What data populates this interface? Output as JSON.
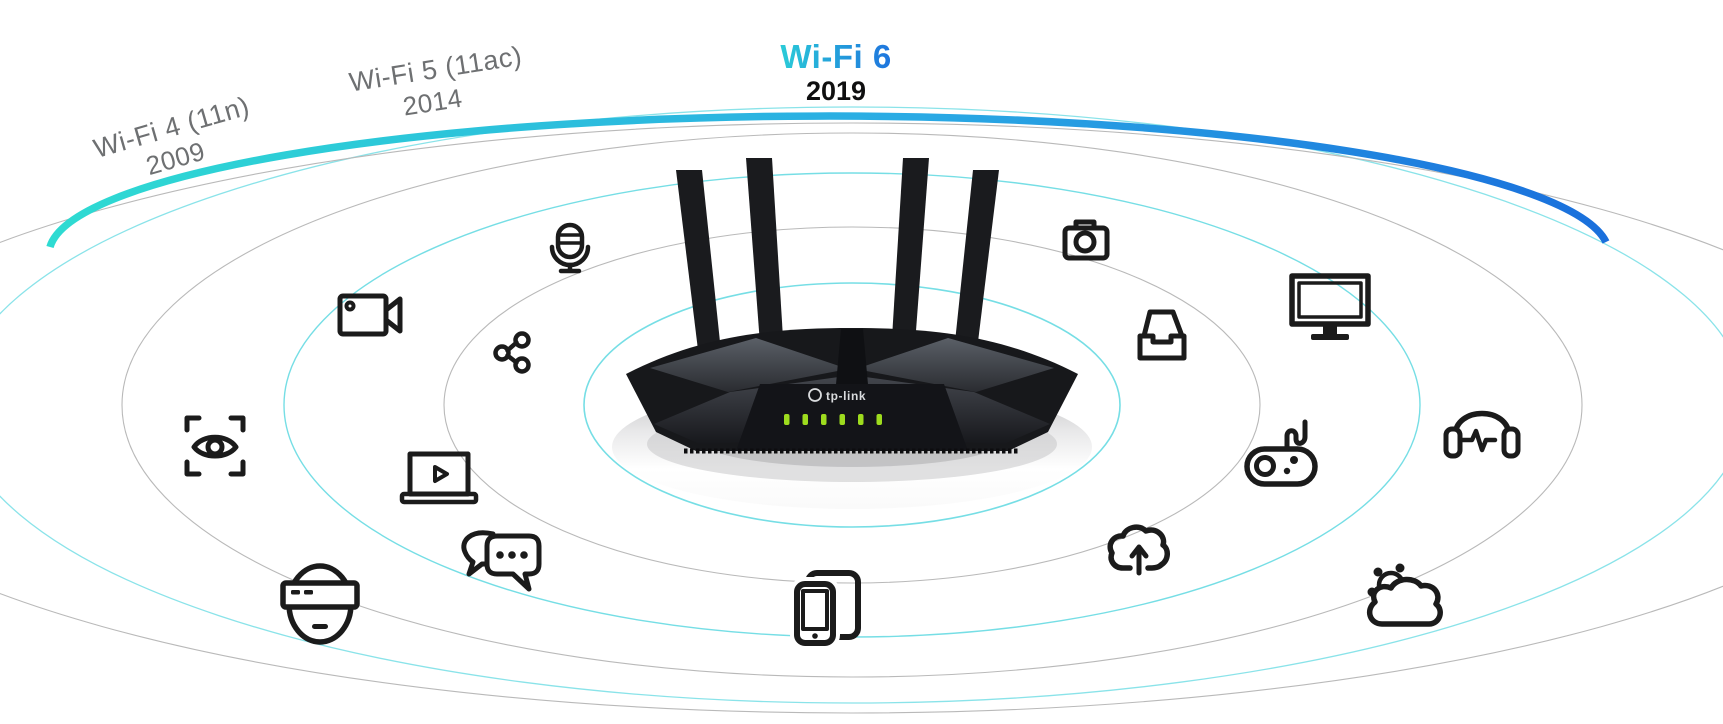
{
  "generations": [
    {
      "label": "Wi-Fi 4 (11n)",
      "year": "2009"
    },
    {
      "label": "Wi-Fi 5 (11ac)",
      "year": "2014"
    },
    {
      "label": "Wi-Fi 6",
      "year": "2019"
    }
  ],
  "router": {
    "brand": "tp-link",
    "antenna_count": 4,
    "led_count": 6
  },
  "colors": {
    "generation_label_gray": "#6e7072",
    "wifi6_gradient_start": "#2acbd8",
    "wifi6_gradient_end": "#1e74de",
    "arc_gradient_start": "#2edbd2",
    "arc_gradient_mid": "#2aabe4",
    "arc_gradient_end": "#1a6fdc",
    "ring_cyan": "#76dee5",
    "ring_gray": "#b9b9b9",
    "led_green": "#9edc1e",
    "icon_stroke": "#1b1b1b"
  },
  "icons": [
    {
      "name": "microphone-icon"
    },
    {
      "name": "video-camera-icon"
    },
    {
      "name": "share-icon"
    },
    {
      "name": "eye-tracking-icon"
    },
    {
      "name": "laptop-video-icon"
    },
    {
      "name": "chat-messages-icon"
    },
    {
      "name": "vr-headset-icon"
    },
    {
      "name": "phone-tablet-icon"
    },
    {
      "name": "photo-camera-icon"
    },
    {
      "name": "document-tray-icon"
    },
    {
      "name": "tv-monitor-icon"
    },
    {
      "name": "game-controller-icon"
    },
    {
      "name": "headphones-icon"
    },
    {
      "name": "cloud-upload-icon"
    },
    {
      "name": "sun-cloud-weather-icon"
    }
  ]
}
